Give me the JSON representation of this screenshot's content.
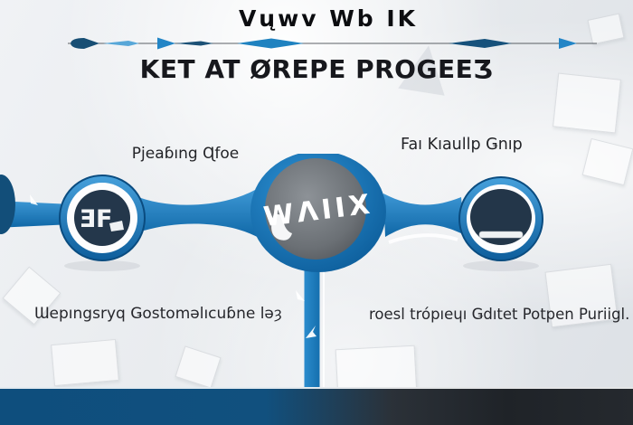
{
  "header": {
    "wordmark": "Vųwv Wb IK",
    "title": "KET AT ØREPE PROGEEƷ"
  },
  "timeline": {
    "icons": [
      "teardrop-arrow-icon",
      "lens-arrow-icon",
      "triangle-arrow-icon",
      "thin-lens-icon",
      "center-lens-icon",
      "dark-lens-icon",
      "right-triangle-arrow-icon"
    ]
  },
  "steps": {
    "left": {
      "label": "Pjeaɓıng Ɋfoe",
      "icon": "ledger-glyph-icon",
      "icon_text": "ƎF"
    },
    "center": {
      "brand_text": "WΛIIX",
      "icon": "sphere-globe-icon"
    },
    "right": {
      "label": "Faı Kıaullp Ǥnıp",
      "icon": "minus-bar-icon"
    }
  },
  "captions": {
    "left": "Ɯepıngsryq Ǥostomǝlıcuɓne lǝȝ",
    "right": "roesl trópıeɥı Ǥdıtet Potpen Puriigl."
  },
  "colors": {
    "accent_blue": "#1f82c4",
    "deep_blue": "#124e79",
    "navy_circle": "#24374b",
    "sphere_gray": "#6e7377",
    "footer_blue": "#0f4f7e",
    "footer_charcoal": "#23272c",
    "background": "#e9ecf0",
    "text_dark": "#1b1c20"
  }
}
